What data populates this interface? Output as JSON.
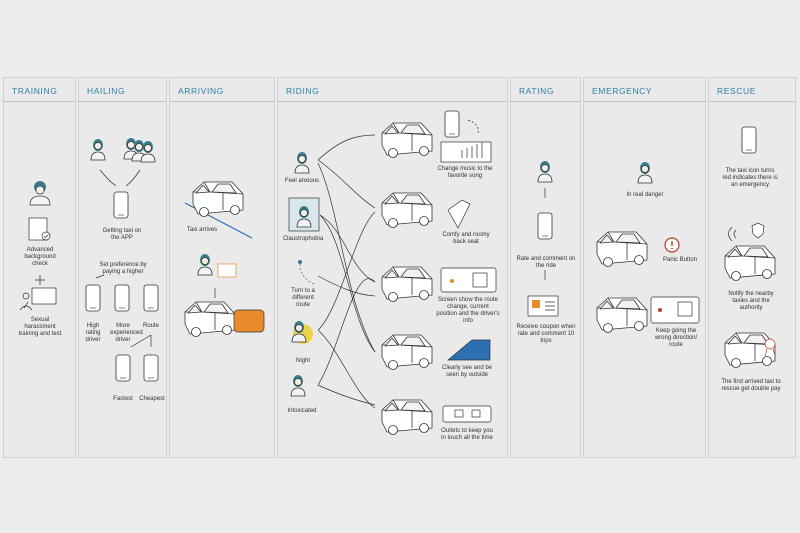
{
  "stages": [
    {
      "id": "training",
      "title": "TRAINING"
    },
    {
      "id": "hailing",
      "title": "HAILING"
    },
    {
      "id": "arriving",
      "title": "ARRIVING"
    },
    {
      "id": "riding",
      "title": "RIDING"
    },
    {
      "id": "rating",
      "title": "RATING"
    },
    {
      "id": "emergency",
      "title": "EMERGENCY"
    },
    {
      "id": "rescue",
      "title": "RESCUE"
    }
  ],
  "training": {
    "background_check": "Advanced background check",
    "harassment_training": "Sexual harassment training and test"
  },
  "hailing": {
    "getting_taxi": "Getting taxi on the APP",
    "set_preference": "Set preference by paying a higher",
    "high_rating": "High rating driver",
    "experienced": "More experienced driver",
    "route": "Route",
    "fastest": "Fastest",
    "cheapest": "Cheapest"
  },
  "arriving": {
    "taxi_arrives": "Taxi arrives"
  },
  "riding": {
    "feel_anxious": "Feel anxious",
    "claustrophobia": "Claustrophobia",
    "turn_route": "Turn to a different route",
    "night": "Night",
    "intoxicated": "Intoxicated",
    "change_music": "Change music to the favorite song",
    "comfy_seat": "Comfy and roomy back seat",
    "screen_show": "Screen show the route change, current position and the driver's info",
    "clearly_see": "Clearly see and be seen by outside",
    "outlets": "Outlets to keep you in touch all the time"
  },
  "rating": {
    "rate_comment": "Rate and comment on the ride",
    "coupon": "Receive coupon when rate and comment 10 trips"
  },
  "emergency": {
    "real_danger": "In real danger",
    "panic_button": "Panic Button",
    "wrong_direction": "Keep going the wrong direction/ route"
  },
  "rescue": {
    "icon_red": "The taxi icon turns red indicates there is an emergency",
    "notify": "Notify the nearby taxies and the authority",
    "double_pay": "The first arrived taxi to rescue get double pay"
  },
  "colors": {
    "accent": "#2e7fa4",
    "teal": "#3b7d8c",
    "orange": "#e98a2b",
    "red": "#c0392b",
    "yellow": "#f1d34a",
    "blue": "#2c6fb3"
  }
}
